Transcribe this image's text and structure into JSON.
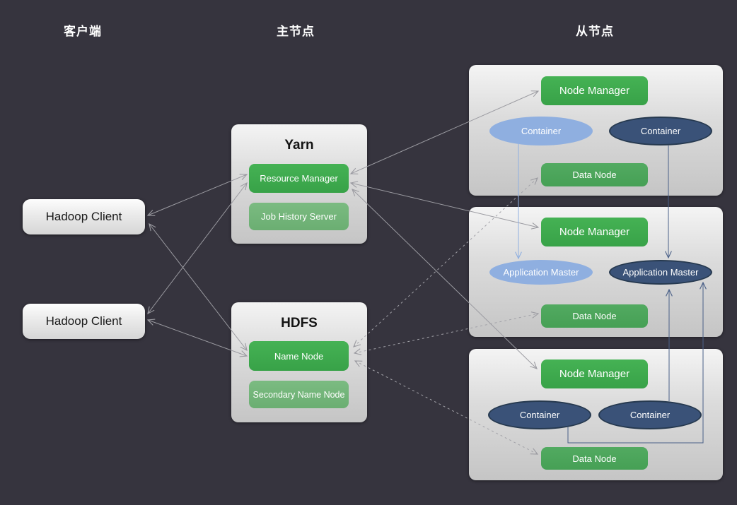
{
  "headers": {
    "clients": "客户端",
    "master": "主节点",
    "slaves": "从节点"
  },
  "clients": [
    {
      "label": "Hadoop Client"
    },
    {
      "label": "Hadoop Client"
    }
  ],
  "yarn": {
    "title": "Yarn",
    "resource_manager": "Resource Manager",
    "job_history_server": "Job History Server"
  },
  "hdfs": {
    "title": "HDFS",
    "name_node": "Name Node",
    "secondary_name_node": "Secondary Name Node"
  },
  "slave_groups": [
    {
      "node_manager": "Node Manager",
      "left_ellipse": "Container",
      "right_ellipse": "Container",
      "data_node": "Data Node"
    },
    {
      "node_manager": "Node Manager",
      "left_ellipse": "Application Master",
      "right_ellipse": "Application Master",
      "data_node": "Data Node"
    },
    {
      "node_manager": "Node Manager",
      "left_ellipse": "Container",
      "right_ellipse": "Container",
      "data_node": "Data Node"
    }
  ],
  "connections": [
    {
      "from": "hadoop-client-1",
      "to": "resource-manager",
      "style": "solid",
      "bidirectional": true
    },
    {
      "from": "hadoop-client-2",
      "to": "resource-manager",
      "style": "solid",
      "bidirectional": true
    },
    {
      "from": "hadoop-client-1",
      "to": "name-node",
      "style": "solid",
      "bidirectional": true
    },
    {
      "from": "hadoop-client-2",
      "to": "name-node",
      "style": "solid",
      "bidirectional": true
    },
    {
      "from": "resource-manager",
      "to": "node-manager-1",
      "style": "solid",
      "bidirectional": true
    },
    {
      "from": "resource-manager",
      "to": "node-manager-2",
      "style": "solid",
      "bidirectional": true
    },
    {
      "from": "resource-manager",
      "to": "node-manager-3",
      "style": "solid",
      "bidirectional": true
    },
    {
      "from": "name-node",
      "to": "data-node-1",
      "style": "dashed",
      "bidirectional": true
    },
    {
      "from": "name-node",
      "to": "data-node-2",
      "style": "dashed",
      "bidirectional": true
    },
    {
      "from": "name-node",
      "to": "data-node-3",
      "style": "dashed",
      "bidirectional": true
    },
    {
      "from": "container-1-light",
      "to": "application-master-light",
      "style": "blue-light",
      "bidirectional": false
    },
    {
      "from": "container-1-dark",
      "to": "application-master-dark",
      "style": "blue-dark",
      "bidirectional": false
    },
    {
      "from": "container-3-right",
      "to": "application-master-dark",
      "style": "blue-dark",
      "bidirectional": false
    },
    {
      "from": "container-3-left",
      "to": "application-master-dark",
      "style": "blue-dark",
      "bidirectional": false
    }
  ],
  "colors": {
    "background": "#36343e",
    "bright_green": "#3dac4e",
    "muted_green": "#72b679",
    "data_node_green": "#4ca65b",
    "light_blue": "#8fafe0",
    "dark_blue": "#3a5278",
    "arrow_gray": "#9b9ba1"
  }
}
